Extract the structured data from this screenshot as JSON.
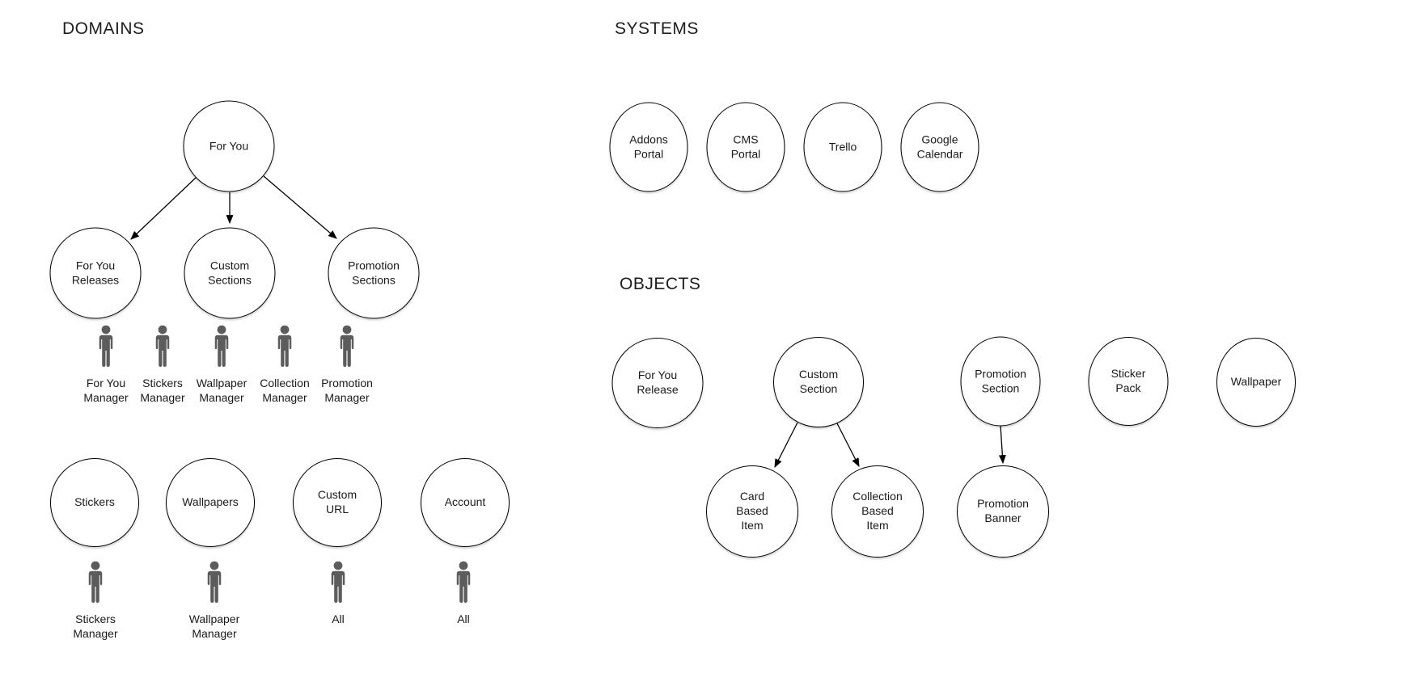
{
  "colors": {
    "background": "#ffffff",
    "node_fill": "#ffffff",
    "node_stroke": "#000000",
    "text": "#1a1a1a",
    "person_icon": "#5c5c5c"
  },
  "icons": {
    "person": "person-icon"
  },
  "domains": {
    "title": "DOMAINS",
    "nodes": {
      "for_you": "For You",
      "for_you_releases": "For You\nReleases",
      "custom_sections": "Custom\nSections",
      "promotion_sections": "Promotion\nSections",
      "stickers": "Stickers",
      "wallpapers": "Wallpapers",
      "custom_url": "Custom\nURL",
      "account": "Account"
    },
    "edges": [
      {
        "from": "for_you",
        "to": "for_you_releases"
      },
      {
        "from": "for_you",
        "to": "custom_sections"
      },
      {
        "from": "for_you",
        "to": "promotion_sections"
      }
    ],
    "managers_row1": [
      "For You\nManager",
      "Stickers\nManager",
      "Wallpaper\nManager",
      "Collection\nManager",
      "Promotion\nManager"
    ],
    "managers_row2": [
      "Stickers\nManager",
      "Wallpaper\nManager",
      "All",
      "All"
    ]
  },
  "systems": {
    "title": "SYSTEMS",
    "nodes": {
      "addons_portal": "Addons\nPortal",
      "cms_portal": "CMS\nPortal",
      "trello": "Trello",
      "google_calendar": "Google\nCalendar"
    }
  },
  "objects": {
    "title": "OBJECTS",
    "nodes": {
      "for_you_release": "For You\nRelease",
      "custom_section": "Custom\nSection",
      "promotion_section": "Promotion\nSection",
      "sticker_pack": "Sticker\nPack",
      "wallpaper": "Wallpaper",
      "card_based_item": "Card\nBased\nItem",
      "collection_based_item": "Collection\nBased\nItem",
      "promotion_banner": "Promotion\nBanner"
    },
    "edges": [
      {
        "from": "custom_section",
        "to": "card_based_item"
      },
      {
        "from": "custom_section",
        "to": "collection_based_item"
      },
      {
        "from": "promotion_section",
        "to": "promotion_banner"
      }
    ]
  }
}
